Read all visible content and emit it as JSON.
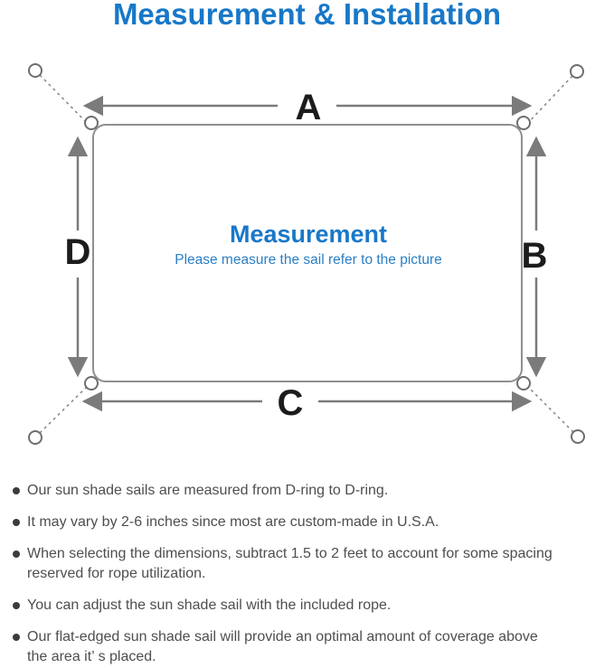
{
  "title": "Measurement & Installation",
  "diagram": {
    "dimension_labels": {
      "top": "A",
      "right": "B",
      "bottom": "C",
      "left": "D"
    },
    "center": {
      "heading": "Measurement",
      "subtitle": "Please measure the sail refer to the picture"
    }
  },
  "colors": {
    "title_blue": "#1878c8",
    "subtitle_blue": "#2b7fc4",
    "diagram_line_gray": "#7b7b7b",
    "dimension_label_black": "#1c1c1c",
    "note_text_gray": "#4e4e4e"
  },
  "notes": [
    "Our sun shade sails are measured from D-ring to D-ring.",
    "It may vary by 2-6 inches since most are custom-made in U.S.A.",
    "When selecting the dimensions, subtract 1.5 to 2 feet to account for some spacing\nreserved for rope utilization.",
    "You can adjust the sun shade sail with the included rope.",
    "Our flat-edged sun shade sail will provide an optimal amount of coverage above\nthe area it’ s placed."
  ]
}
